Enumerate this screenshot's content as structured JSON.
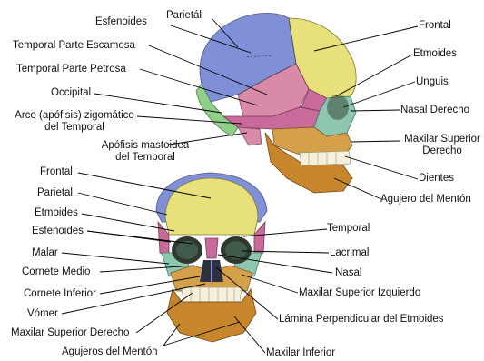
{
  "diagram": {
    "labels": {
      "parietal_top": "Parietál",
      "esfenoides_top": "Esfenoides",
      "frontal_top": "Frontal",
      "temporal_escamosa": "Temporal Parte Escamosa",
      "etmoides_top": "Etmoides",
      "temporal_petrosa": "Temporal Parte Petrosa",
      "unguis": "Unguis",
      "occipital": "Occipital",
      "nasal_derecho": "Nasal Derecho",
      "arco_line1": "Arco (apófisis) zigomático",
      "arco_line2": "del Temporal",
      "maxilar_sup_der_line1": "Maxilar Superior",
      "maxilar_sup_der_line2": "Derecho",
      "mastoidea_line1": "Apófisis mastoidea",
      "mastoidea_line2": "del Temporal",
      "dientes": "Dientes",
      "agujero_menton": "Agujero del Mentón",
      "frontal_front": "Frontal",
      "parietal_front": "Parietal",
      "etmoides_front": "Etmoides",
      "esfenoides_front": "Esfenoides",
      "temporal_front": "Temporal",
      "malar": "Malar",
      "lacrimal": "Lacrimal",
      "cornete_medio": "Cornete Medio",
      "nasal": "Nasal",
      "cornete_inferior": "Cornete Inferior",
      "maxilar_sup_izq": "Maxilar Superior Izquierdo",
      "vomer": "Vómer",
      "lamina": "Lámina Perpendicular del Etmoides",
      "maxilar_sup_der_front": "Maxilar Superior Derecho",
      "agujeros_menton": "Agujeros del Mentón",
      "maxilar_inferior": "Maxilar Inferior"
    },
    "colors": {
      "frontal": "#e8e07a",
      "parietal": "#7f8fd8",
      "occipital": "#8fcf8a",
      "temporal": "#d98aa8",
      "esfenoides": "#c86a9a",
      "maxilar": "#d4a04a",
      "mandible": "#c8862c",
      "teeth": "#f4f0dc",
      "facial_green": "#8ec7b0",
      "outline": "#6a5a3a",
      "leader": "#000000"
    }
  }
}
